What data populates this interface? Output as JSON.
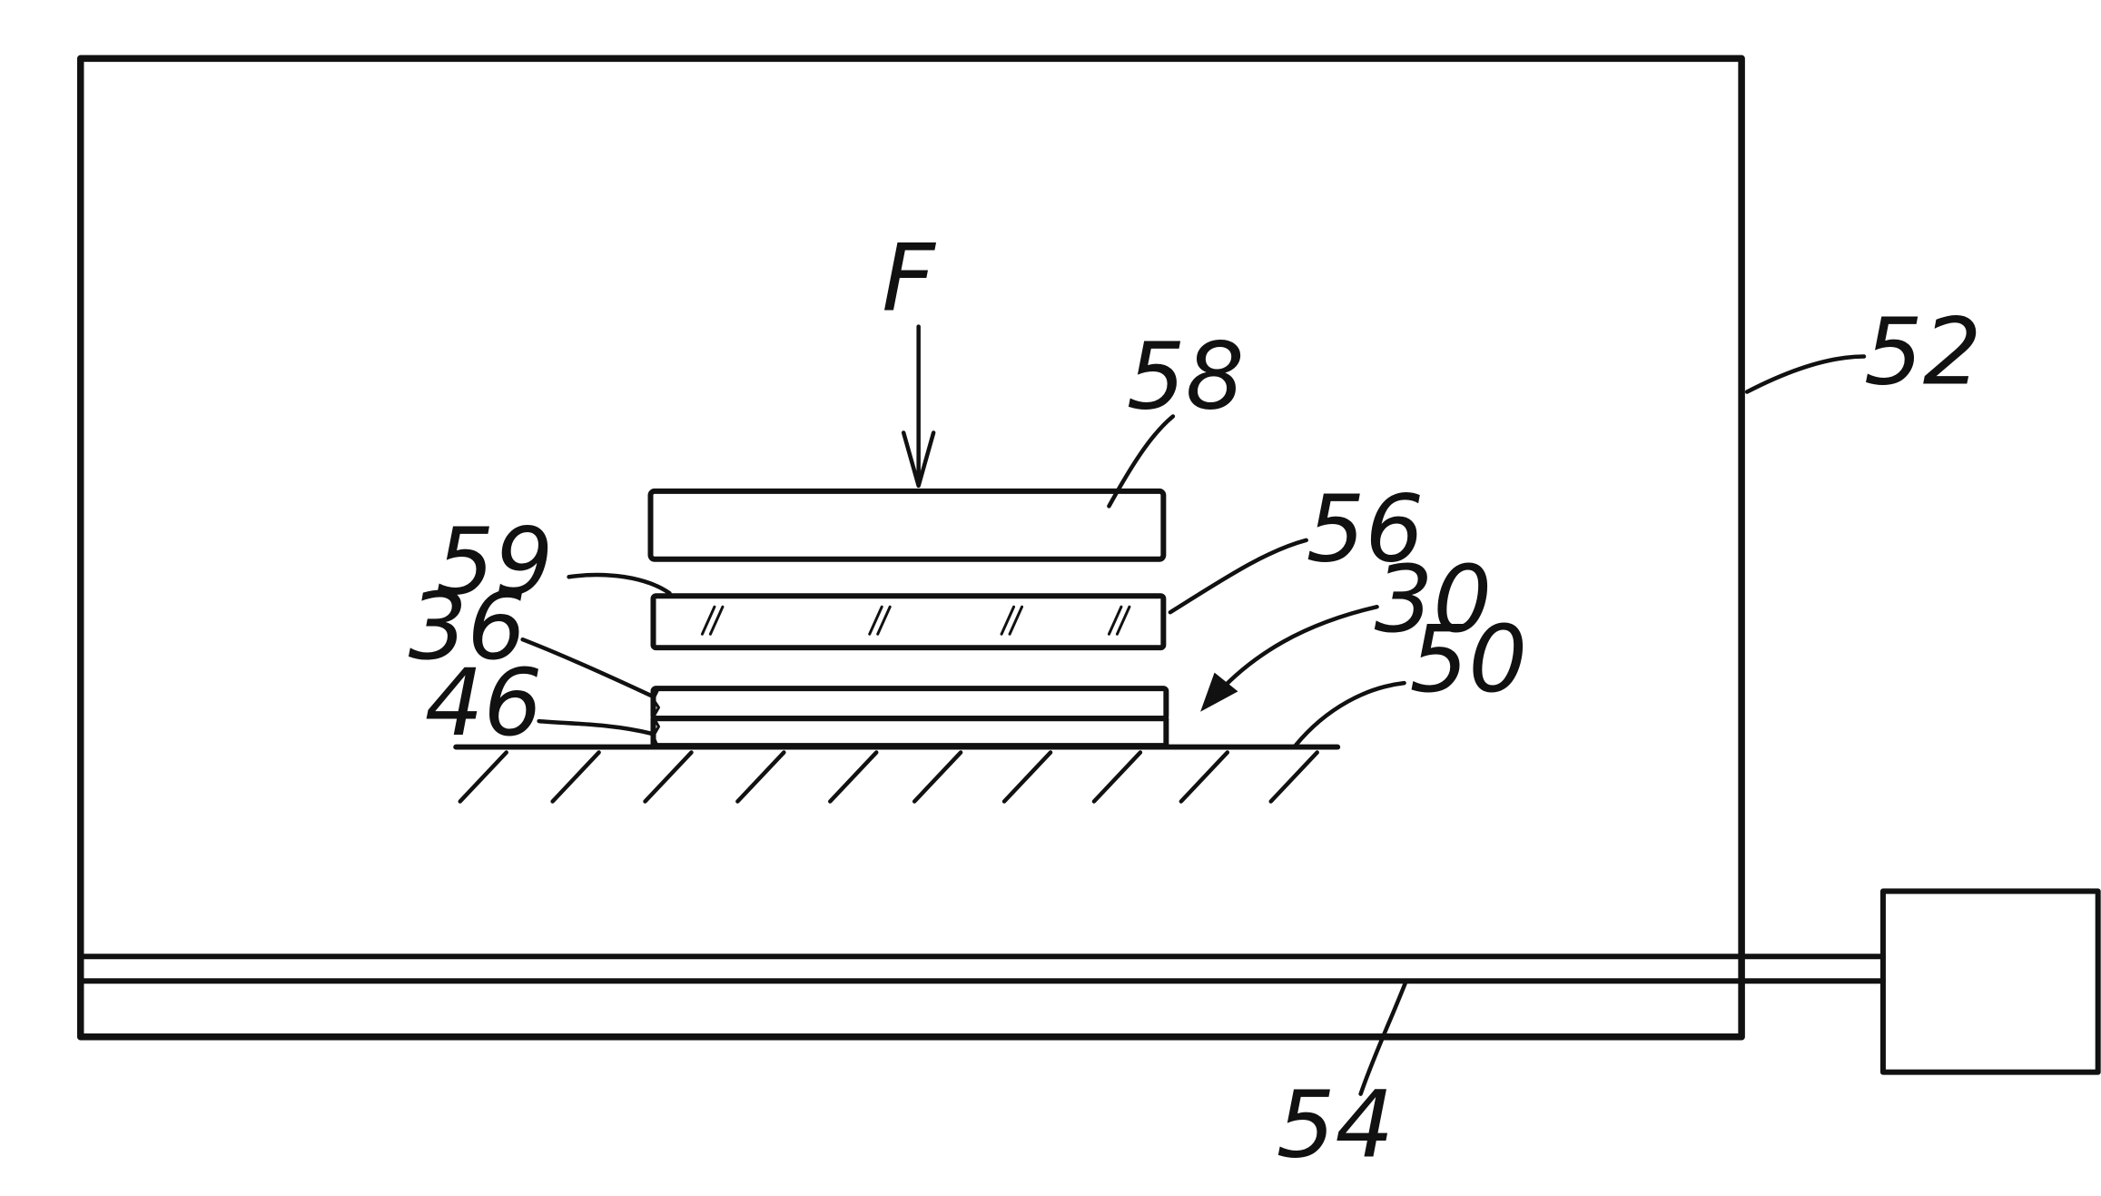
{
  "figure": {
    "force_label": "F",
    "labels": {
      "l58": "58",
      "l56": "56",
      "l59": "59",
      "l36": "36",
      "l46": "46",
      "l30": "30",
      "l50": "50",
      "l52": "52",
      "l54": "54"
    },
    "colors": {
      "ink": "#111111",
      "paper": "#ffffff"
    }
  }
}
